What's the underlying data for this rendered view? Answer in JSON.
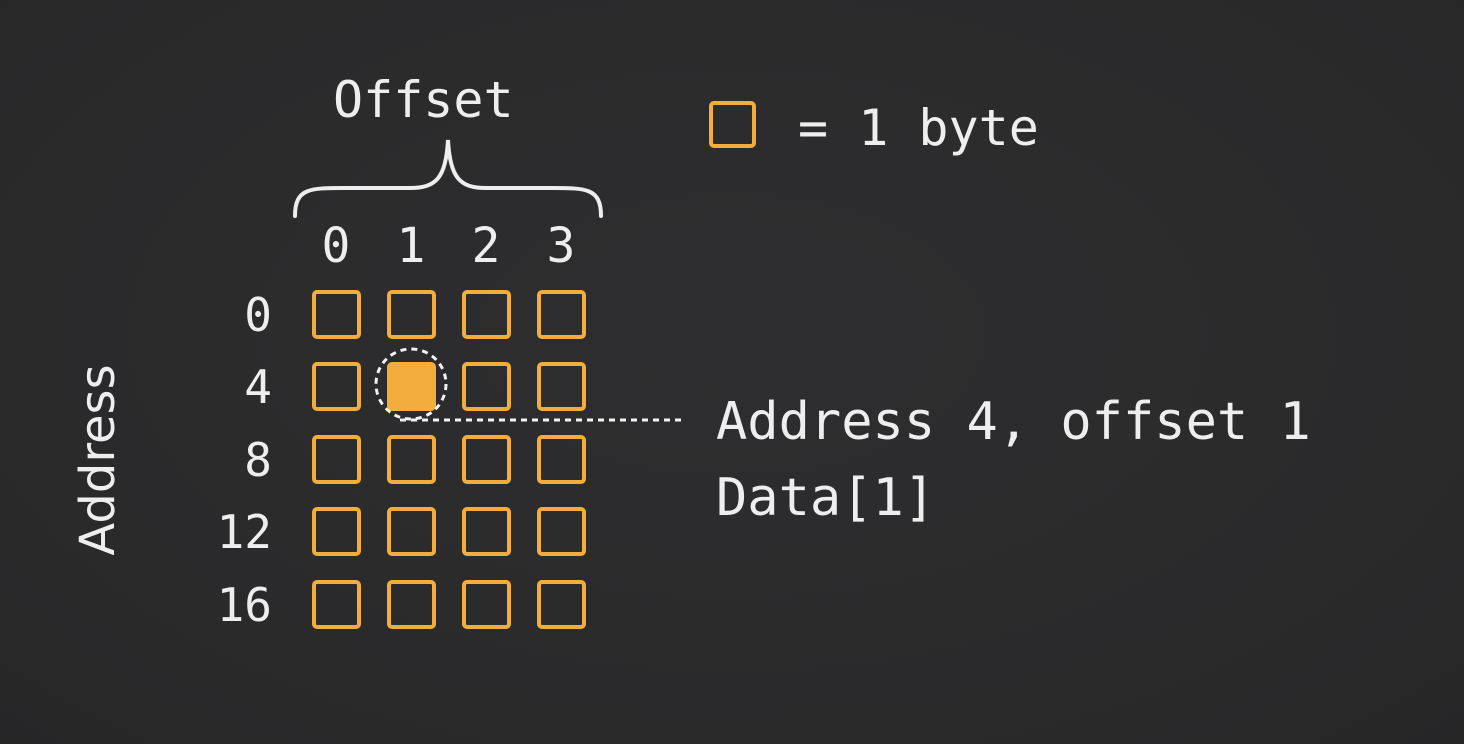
{
  "offset_title": "Offset",
  "legend": {
    "text": "= 1 byte",
    "color": "#f3ad3c"
  },
  "offset_labels": [
    "0",
    "1",
    "2",
    "3"
  ],
  "address_title": "Address",
  "address_labels": [
    "0",
    "4",
    "8",
    "12",
    "16"
  ],
  "highlight": {
    "address": 4,
    "offset": 1
  },
  "annotation": {
    "line1": "Address 4, offset 1",
    "line2": "Data[1]"
  }
}
